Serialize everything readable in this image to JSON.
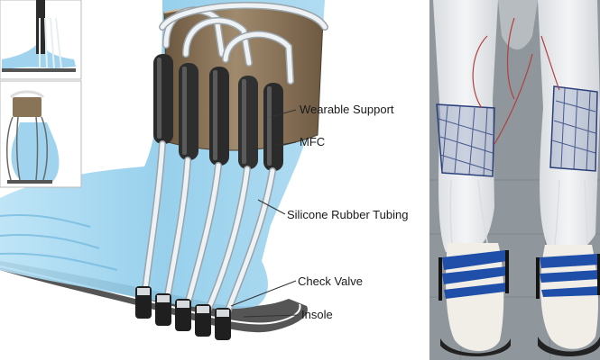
{
  "labels": {
    "wearable_support": "Wearable Support",
    "mfc": "MFC",
    "tubing": "Silicone Rubber Tubing",
    "check_valve": "Check Valve",
    "insole": "Insole"
  },
  "colors": {
    "skin": "#9fd3ee",
    "tube": "#e8eef2",
    "mfc": "#2b2b2b",
    "support": "#8a7458",
    "insole": "#4a4a4a",
    "mesh": "#2a3f7a",
    "suit": "#e9ebee",
    "sandal_blue": "#1f4fa8"
  },
  "icons": {
    "inset_top": "foot-render-inset-icon",
    "inset_bottom": "ankle-render-inset-icon",
    "photo": "prototype-photo-icon"
  }
}
